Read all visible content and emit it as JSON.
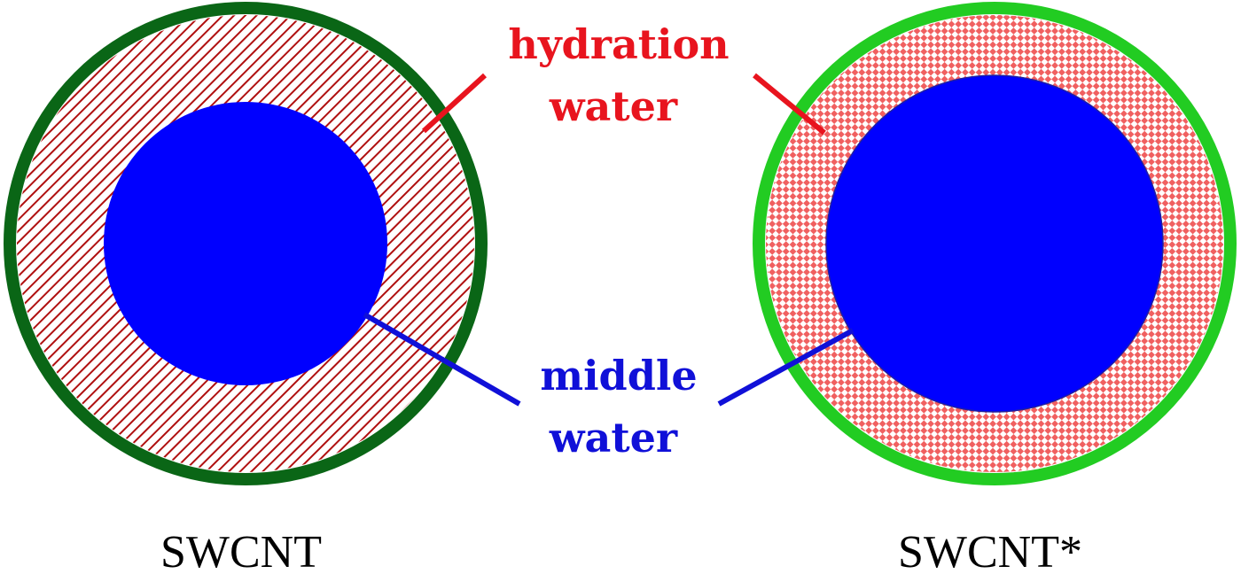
{
  "colors": {
    "hydration_label": "#e8141e",
    "middle_label": "#1010d8",
    "core_water": "#0000ff",
    "hatch_stripe": "#b01010",
    "check_color": "#f06060",
    "wall_dark": "#0a6616",
    "wall_light": "#22cc22",
    "name_text": "#000000"
  },
  "labels": {
    "hydration_line1": "hydration",
    "hydration_line2": "water",
    "middle_line1": "middle",
    "middle_line2": "water"
  },
  "tubes": [
    {
      "name": "SWCNT",
      "wall_icon": "dark-green-wall",
      "shell_pattern": "diagonal-hatch"
    },
    {
      "name": "SWCNT*",
      "wall_icon": "light-green-wall",
      "shell_pattern": "checkerboard"
    }
  ]
}
